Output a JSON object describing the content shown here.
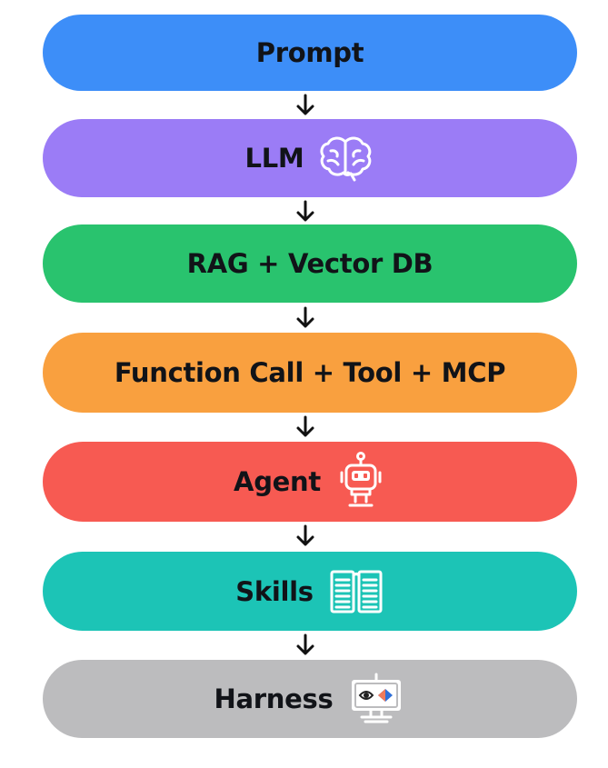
{
  "steps": [
    {
      "label": "Prompt",
      "color": "#3d8ef8",
      "icon": null
    },
    {
      "label": "LLM",
      "color": "#9b7cf6",
      "icon": "brain-icon"
    },
    {
      "label": "RAG + Vector DB",
      "color": "#29c36e",
      "icon": null
    },
    {
      "label": "Function Call + Tool + MCP",
      "color": "#f9a03f",
      "icon": null
    },
    {
      "label": "Agent",
      "color": "#f75a52",
      "icon": "robot-icon"
    },
    {
      "label": "Skills",
      "color": "#1cc4b6",
      "icon": "open-book-icon"
    },
    {
      "label": "Harness",
      "color": "#bcbcbe",
      "icon": "monitor-eyes-icon"
    }
  ],
  "arrow_icon": "down-arrow-icon"
}
